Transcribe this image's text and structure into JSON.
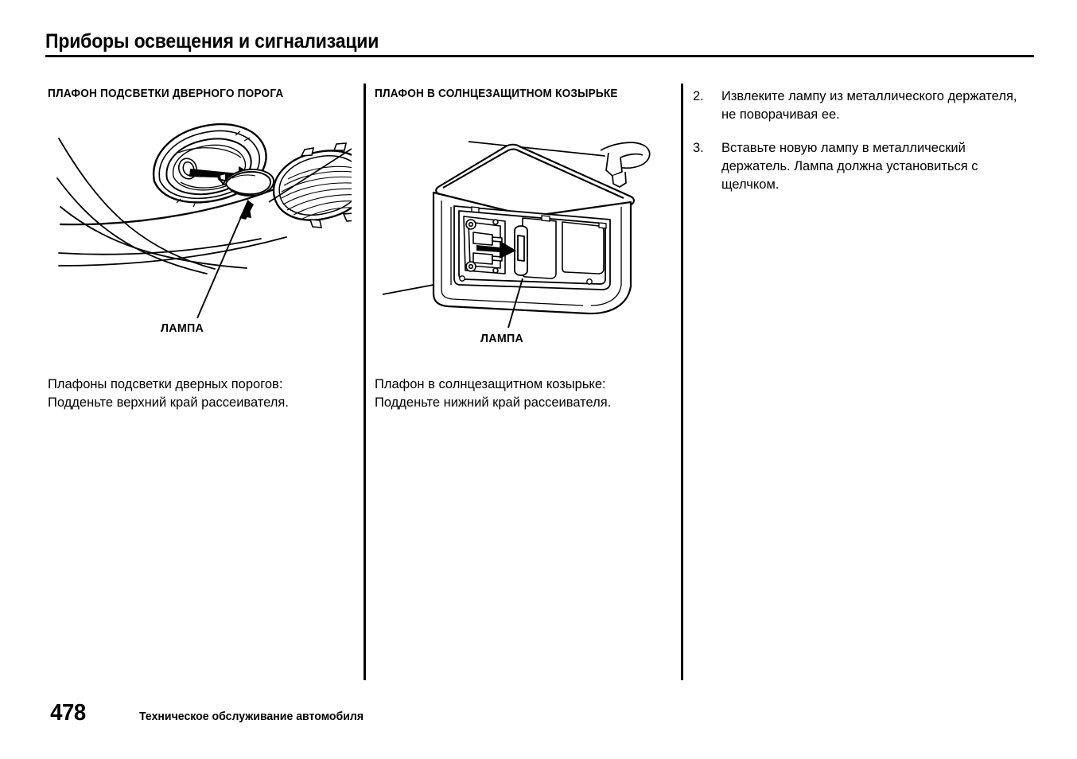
{
  "header": {
    "title": "Приборы освещения и сигнализации"
  },
  "columns": {
    "left": {
      "heading": "ПЛАФОН ПОДСВЕТКИ ДВЕРНОГО ПОРОГА",
      "figure": {
        "callout_label": "ЛАМПА",
        "parts": [
          "door-sill-light-housing",
          "wedge-bulb",
          "ribbed-lens-cover"
        ]
      },
      "caption": "Плафоны подсветки дверных порогов:\nПодденьте верхний край рассеивателя."
    },
    "middle": {
      "heading": "ПЛАФОН В СОЛНЦЕЗАЩИТНОМ КОЗЫРЬКЕ",
      "figure": {
        "callout_label": "ЛАМПА",
        "parts": [
          "sun-visor",
          "vanity-mirror-cover",
          "festoon-bulb",
          "metal-holder"
        ]
      },
      "caption": "Плафон в солнцезащитном козырьке:\nПодденьте нижний край рассеивателя."
    },
    "right": {
      "steps": [
        {
          "number": "2.",
          "text": "Извлеките лампу из металлического держателя, не поворачивая ее."
        },
        {
          "number": "3.",
          "text": "Вставьте новую лампу в металлический держатель. Лампа должна установиться с щелчком."
        }
      ]
    }
  },
  "footer": {
    "page_number": "478",
    "section": "Техническое обслуживание автомобиля"
  },
  "colors": {
    "ink": "#000000",
    "paper": "#ffffff"
  }
}
